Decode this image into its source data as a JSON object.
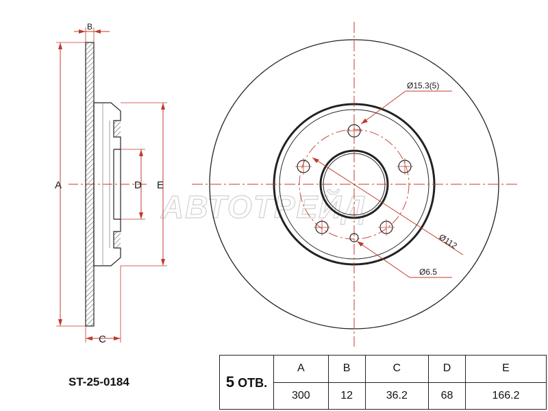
{
  "drawing": {
    "watermark": "АВТОТРЕЙД",
    "side_view_labels": {
      "A": "A",
      "B": "B",
      "C": "C",
      "D": "D",
      "E": "E"
    },
    "front_view_callouts": {
      "bolt_hole": "Ø15.3(5)",
      "pcd": "Ø112",
      "pin_hole": "Ø6.5"
    }
  },
  "part_number": "ST-25-0184",
  "specs": {
    "holes_count": "5",
    "holes_label": "ОТВ.",
    "headers": [
      "A",
      "B",
      "C",
      "D",
      "E"
    ],
    "values": [
      "300",
      "12",
      "36.2",
      "68",
      "166.2"
    ]
  },
  "colors": {
    "line": "#222222",
    "dimension": "#c0392b",
    "watermark": "#d6d6d6"
  }
}
